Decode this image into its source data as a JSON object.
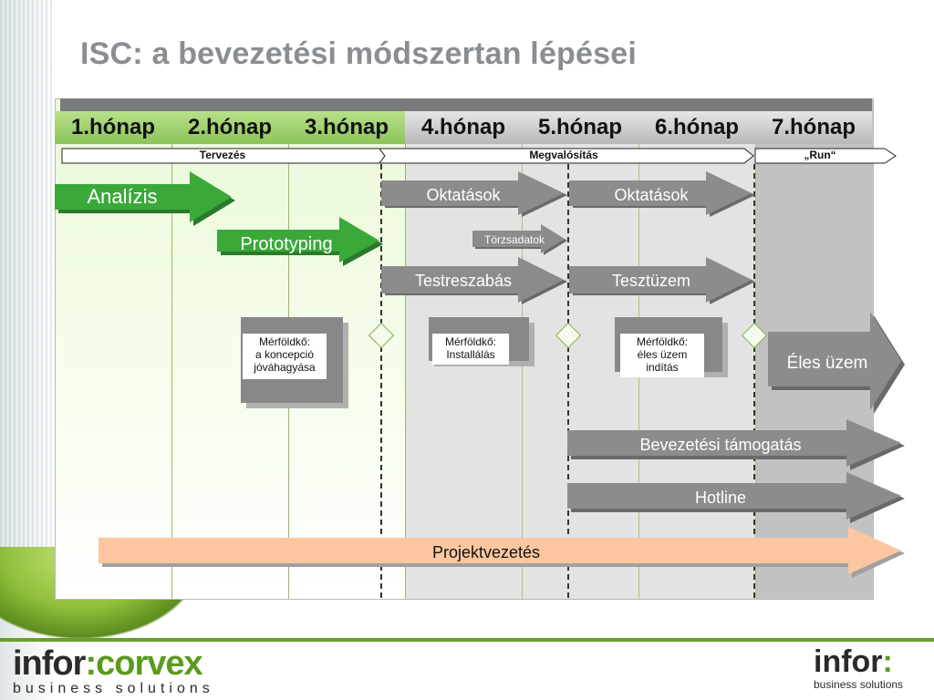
{
  "title": "ISC: a bevezetési módszertan lépései",
  "months": [
    "1.hónap",
    "2.hónap",
    "3.hónap",
    "4.hónap",
    "5.hónap",
    "6.hónap",
    "7.hónap"
  ],
  "phases": {
    "planning": "Tervezés",
    "implementation": "Megvalósítás",
    "run": "„Run“"
  },
  "activities": {
    "analysis": "Analízis",
    "prototyping": "Prototyping",
    "training1": "Oktatások",
    "training2": "Oktatások",
    "master_data": "Törzsadatok",
    "customization": "Testreszabás",
    "test_run": "Tesztüzem",
    "live": "Éles üzem",
    "support": "Bevezetési támogatás",
    "hotline": "Hotline",
    "project_management": "Projektvezetés"
  },
  "milestones": {
    "m1": {
      "label": "Mérföldkő:",
      "line2": "a koncepció",
      "line3": "jóváhagyása"
    },
    "m2": {
      "label": "Mérföldkő:",
      "line2": "Installálás"
    },
    "m3": {
      "label": "Mérföldkő:",
      "line2": "éles üzem",
      "line3": "indítás"
    }
  },
  "logos": {
    "left_name_a": "infor",
    "left_name_b": ":corvex",
    "left_tagline": "business solutions",
    "right_name_a": "infor",
    "right_name_b": ":",
    "right_tagline": "business solutions"
  }
}
